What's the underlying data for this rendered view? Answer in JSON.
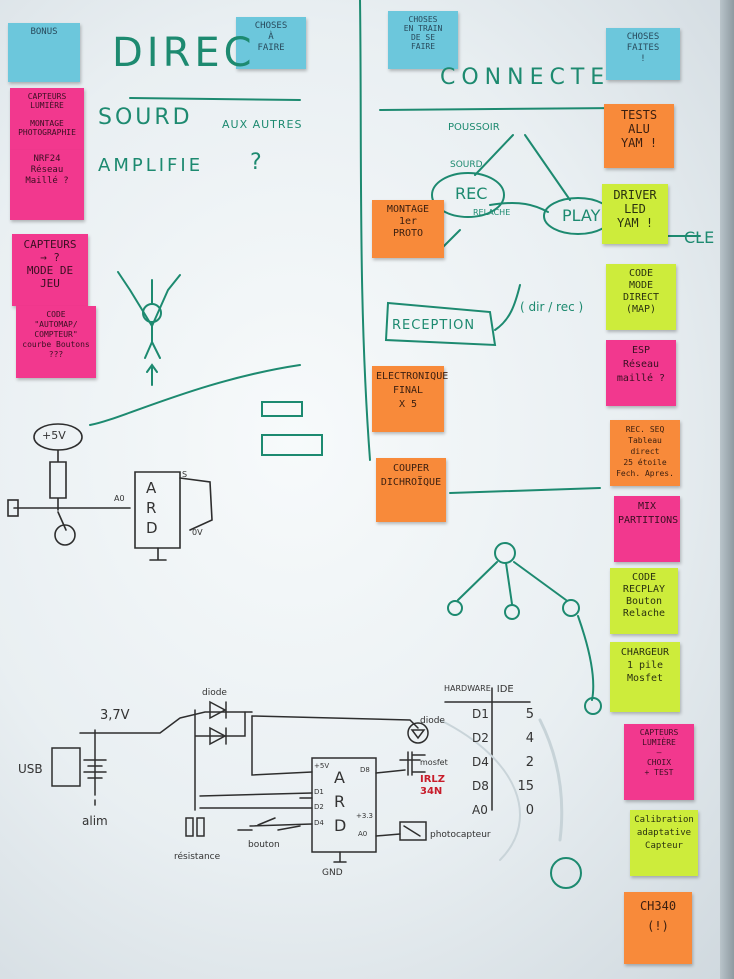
{
  "columns": {
    "bonus": "BONUS",
    "todo": "CHOSES\nÀ\nFAIRE",
    "doing": "CHOSES\nEN TRAIN\nDE SE\nFAIRE",
    "done": "CHOSES\nFAITES\n!"
  },
  "headings": {
    "left": "DIREC",
    "right": "CONNECTE",
    "sourd": "SOURD",
    "aux_autres": "AUX AUTRES",
    "amplifie": "AMPLIFIE",
    "amplifie_mark": "?"
  },
  "bonus_notes": [
    "CAPTEURS\nLUMIÈRE\n\nMONTAGE\nPHOTOGRAPHIE",
    "NRF24\nRéseau\nMaillé ?",
    "CAPTEURS\n→ ?\nMODE DE\nJEU",
    "CODE\n\"AUTOMAP/\nCOMPTEUR\"\ncourbe Boutons\n??? "
  ],
  "todo_notes": [
    "MONTAGE\n1er\nPROTO",
    "ELECTRONIQUE\nFINAL\nX 5",
    "COUPER\nDICHROÏQUE"
  ],
  "done_notes": [
    "TESTS\nALU\nYAM !",
    "DRIVER\nLED\nYAM !",
    "CODE\nMODE\nDIRECT\n(MAP)",
    "ESP\nRéseau\nmaillé ?",
    "REC. SEQ\nTableau direct\n25 étoile\nFech. Apres.",
    "MIX\nPARTITIONS",
    "CODE\nRECPLAY\nBouton\nRelache",
    "CHARGEUR\n1 pile\nMosfet",
    "CAPTEURS\nLUMIÈRE\n—\nCHOIX\n+ TEST",
    "Calibration\nadaptative\nCapteur",
    "CH340\n(!)"
  ],
  "flow": {
    "poussoir": "POUSSOIR",
    "sourd": "SOURD",
    "rec": "REC",
    "relache": "RELACHE",
    "play": "PLAY",
    "cle": "CLE",
    "reception": "RECEPTION",
    "dir_rec": "( dir / rec )"
  },
  "circuit_top": {
    "plus5v": "+5V",
    "a0": "A0",
    "ard": "A\nR\nD",
    "s": "S",
    "ov": "0V"
  },
  "circuit_bottom": {
    "voltage": "3,7V",
    "diode_top": "diode",
    "usb": "USB",
    "alim": "alim",
    "resistance": "résistance",
    "bouton": "bouton",
    "gnd": "GND",
    "diode_led": "diode",
    "mosfet": "mosfet",
    "part": "IRLZ\n34N",
    "photocapteur": "photocapteur",
    "ard": "A\nR\nD",
    "pins": [
      "+5V",
      "D1",
      "D2",
      "D4",
      "D8",
      "+3.3",
      "A0"
    ]
  },
  "pin_table": {
    "headers": [
      "HARDWARE",
      "IDE"
    ],
    "rows": [
      [
        "D1",
        "5"
      ],
      [
        "D2",
        "4"
      ],
      [
        "D4",
        "2"
      ],
      [
        "D8",
        "15"
      ],
      [
        "A0",
        "0"
      ]
    ]
  },
  "colors": {
    "marker_green": "#1d8a70",
    "marker_dark": "#333333",
    "marker_red": "#c81d2b",
    "note_blue": "#6cc7dc",
    "note_pink": "#f2388e",
    "note_orange": "#f88a3a",
    "note_green": "#cdec3b"
  }
}
